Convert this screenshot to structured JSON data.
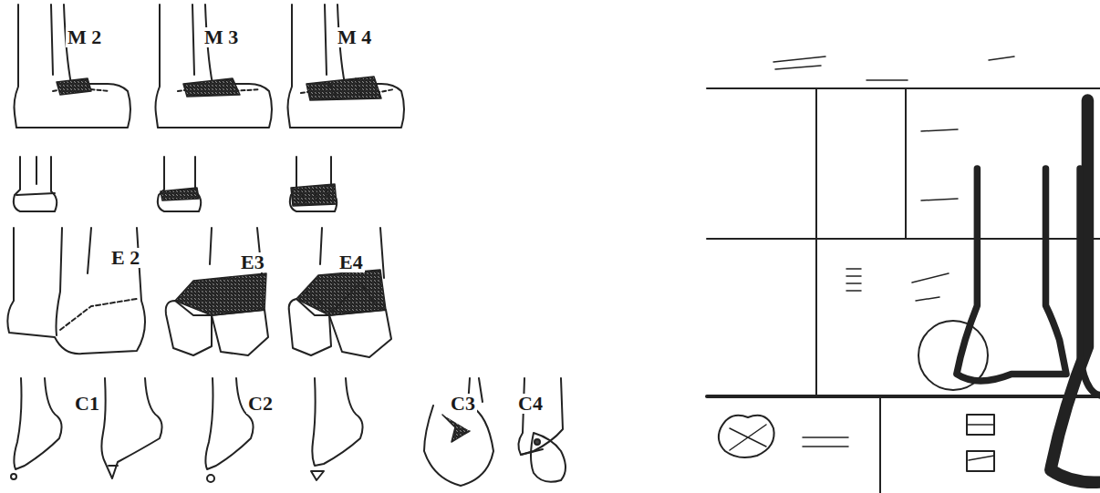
{
  "diagram": {
    "labels": [
      "M 2",
      "M 3",
      "M 4",
      "E 2",
      "E3",
      "E4",
      "C1",
      "C2",
      "C3",
      "C4"
    ]
  }
}
